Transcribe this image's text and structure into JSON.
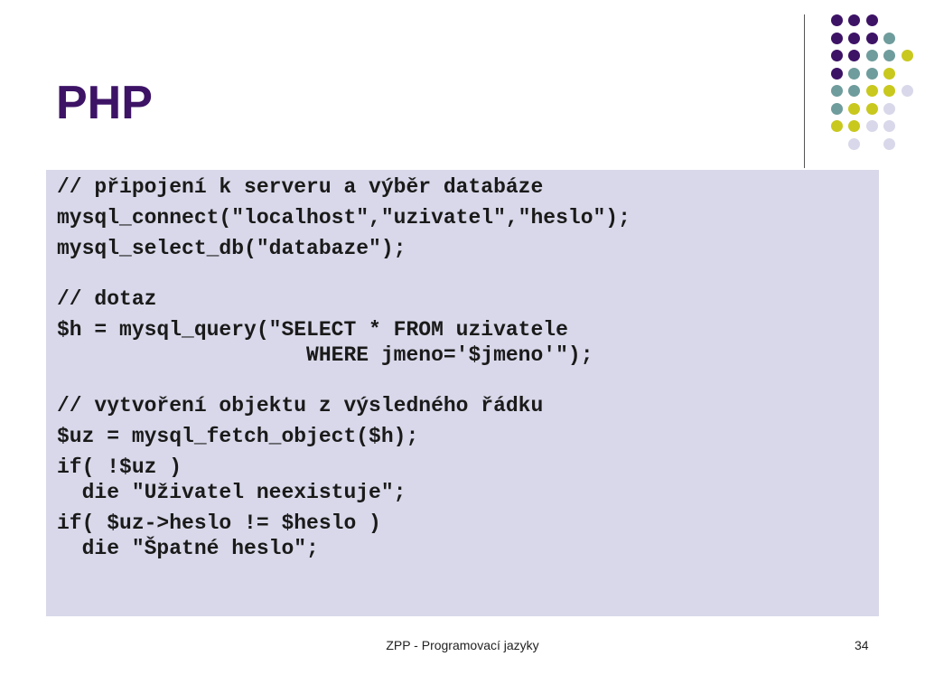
{
  "slide": {
    "title": "PHP",
    "code_lines": [
      "// připojení k serveru a výběr databáze",
      "mysql_connect(\"localhost\",\"uzivatel\",\"heslo\");",
      "mysql_select_db(\"databaze\");",
      "// dotaz",
      "$h = mysql_query(\"SELECT * FROM uzivatele\n                    WHERE jmeno='$jmeno'\");",
      "// vytvoření objektu z výsledného řádku",
      "$uz = mysql_fetch_object($h);",
      "if( !$uz )\n  die \"Uživatel neexistuje\";",
      "if( $uz->heslo != $heslo )\n  die \"Špatné heslo\";"
    ],
    "footer_text": "ZPP - Programovací jazyky",
    "page_number": "34"
  },
  "theme": {
    "title_color": "#3d1366",
    "code_bg": "#d8d8ea",
    "dot_colors": [
      "#3d1366",
      "#6f9c9c",
      "#c8c81e",
      "#d8d8ea"
    ]
  }
}
